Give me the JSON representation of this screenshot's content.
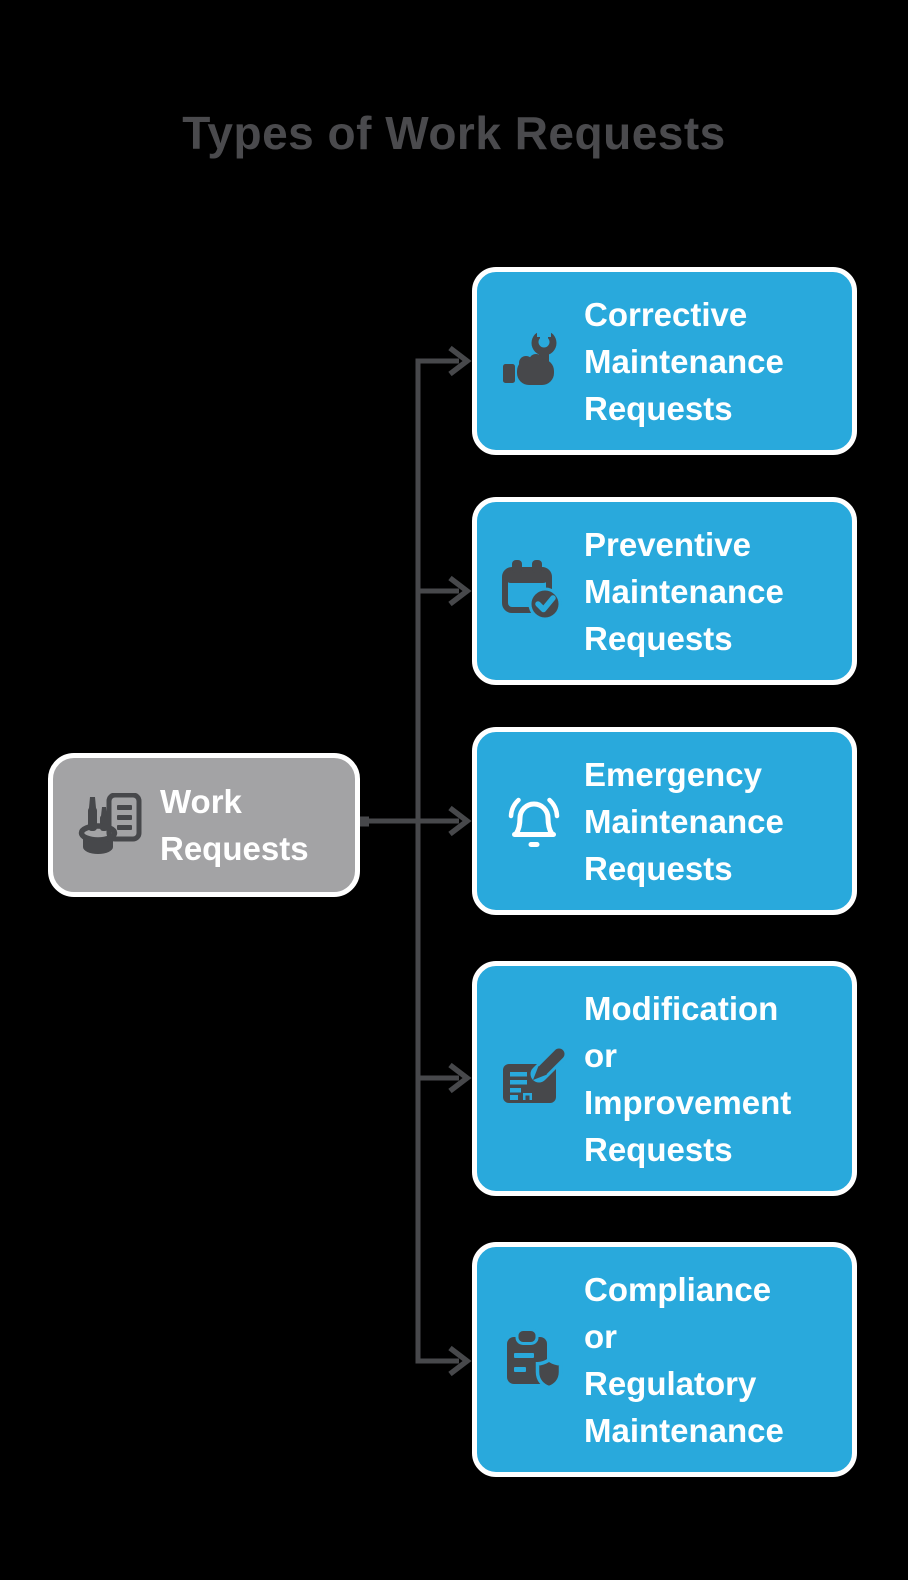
{
  "title": "Types of Work Requests",
  "colors": {
    "bg": "#000000",
    "blue": "#29A9DC",
    "gray": "#A3A3A5",
    "dark": "#47484B",
    "title-color": "#4A4A4D",
    "text-on-node": "#FFFFFF"
  },
  "root_node": {
    "label": "Work\nRequests",
    "icon": "pen-holder-document-icon"
  },
  "branches": [
    {
      "label": "Corrective\nMaintenance\nRequests",
      "icon": "hand-holding-wrench-icon"
    },
    {
      "label": "Preventive\nMaintenance\nRequests",
      "icon": "calendar-check-icon"
    },
    {
      "label": "Emergency\nMaintenance\nRequests",
      "icon": "alarm-bell-icon"
    },
    {
      "label": "Modification\nor\nImprovement\nRequests",
      "icon": "form-pencil-icon"
    },
    {
      "label": "Compliance\nor\nRegulatory\nMaintenance",
      "icon": "clipboard-shield-icon"
    }
  ]
}
